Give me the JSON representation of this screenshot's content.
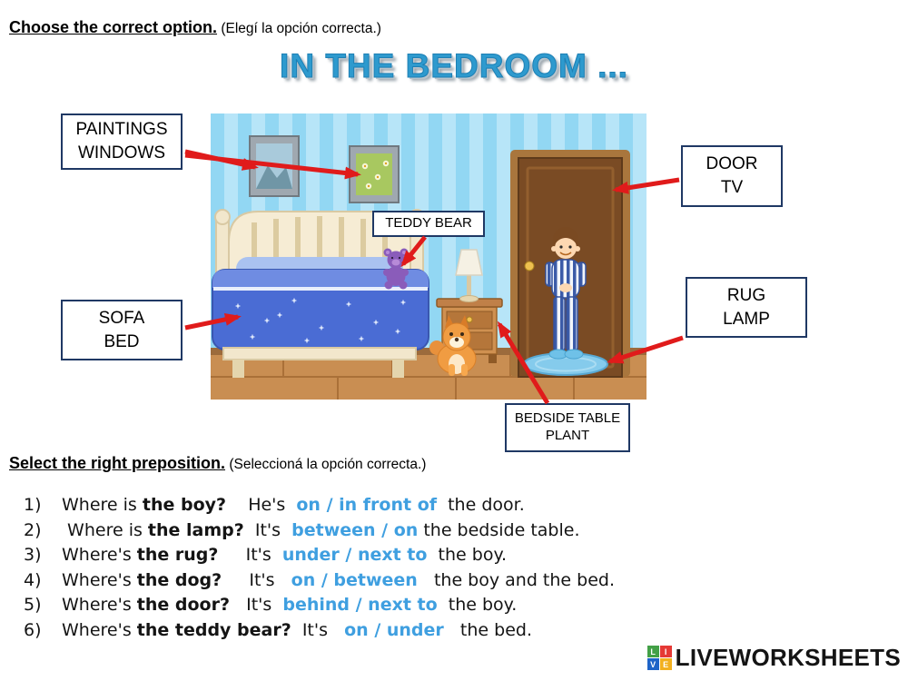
{
  "page": {
    "instruction_bold": "Choose the correct option.",
    "instruction_note": " (Elegí la opción correcta.)",
    "title": "IN THE BEDROOM ...",
    "section2_bold": "Select the right preposition.",
    "section2_note": " (Seleccioná la opción correcta.)"
  },
  "labels": {
    "paintings_windows": {
      "line1": "PAINTINGS",
      "line2": "WINDOWS"
    },
    "door_tv": {
      "line1": "DOOR",
      "line2": "TV"
    },
    "teddy_bear": {
      "line1": "TEDDY BEAR"
    },
    "sofa_bed": {
      "line1": "SOFA",
      "line2": "BED"
    },
    "rug_lamp": {
      "line1": "RUG",
      "line2": "LAMP"
    },
    "bedside_table_plant": {
      "line1": "BEDSIDE TABLE",
      "line2": "PLANT"
    }
  },
  "questions": [
    {
      "num": "1)",
      "prefix": "Where is ",
      "subject": "the boy?",
      "mid": "    He's  ",
      "options": "on / in front of",
      "suffix": "  the door."
    },
    {
      "num": "2)",
      "prefix": " Where is ",
      "subject": "the lamp?",
      "mid": "  It's  ",
      "options": "between / on",
      "suffix": " the bedside table."
    },
    {
      "num": "3)",
      "prefix": "Where's ",
      "subject": "the rug?",
      "mid": "     It's  ",
      "options": "under / next to",
      "suffix": "  the boy."
    },
    {
      "num": "4)",
      "prefix": "Where's ",
      "subject": "the dog?",
      "mid": "     It's   ",
      "options": "on / between",
      "suffix": "   the boy and the bed."
    },
    {
      "num": "5)",
      "prefix": "Where's ",
      "subject": "the door?",
      "mid": "   It's  ",
      "options": "behind / next to",
      "suffix": "  the boy."
    },
    {
      "num": "6)",
      "prefix": "Where's ",
      "subject": "the teddy bear?",
      "mid": "  It's   ",
      "options": "on / under",
      "suffix": "   the bed."
    }
  ],
  "footer": {
    "brand": "LIVEWORKSHEETS",
    "icon_l": "L",
    "icon_i": "I",
    "icon_v": "V",
    "icon_e": "E"
  },
  "colors": {
    "title_blue": "#2e9ace",
    "option_blue": "#3f9fe0",
    "arrow_red": "#e01b1b",
    "label_border_navy": "#1f3864"
  }
}
